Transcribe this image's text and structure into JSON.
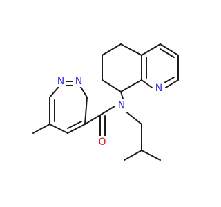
{
  "colors": {
    "bond": "#1c1c1c",
    "nitrogen": "#2f2fe0",
    "oxygen": "#e01414",
    "background": "#ffffff"
  },
  "atoms": {
    "pyridazine_n1": {
      "symbol": "N",
      "color": "nitrogen"
    },
    "pyridazine_n2": {
      "symbol": "N",
      "color": "nitrogen"
    },
    "amide_n": {
      "symbol": "N",
      "color": "nitrogen"
    },
    "amide_o": {
      "symbol": "O",
      "color": "oxygen"
    },
    "quinoline_n": {
      "symbol": "N",
      "color": "nitrogen"
    }
  }
}
